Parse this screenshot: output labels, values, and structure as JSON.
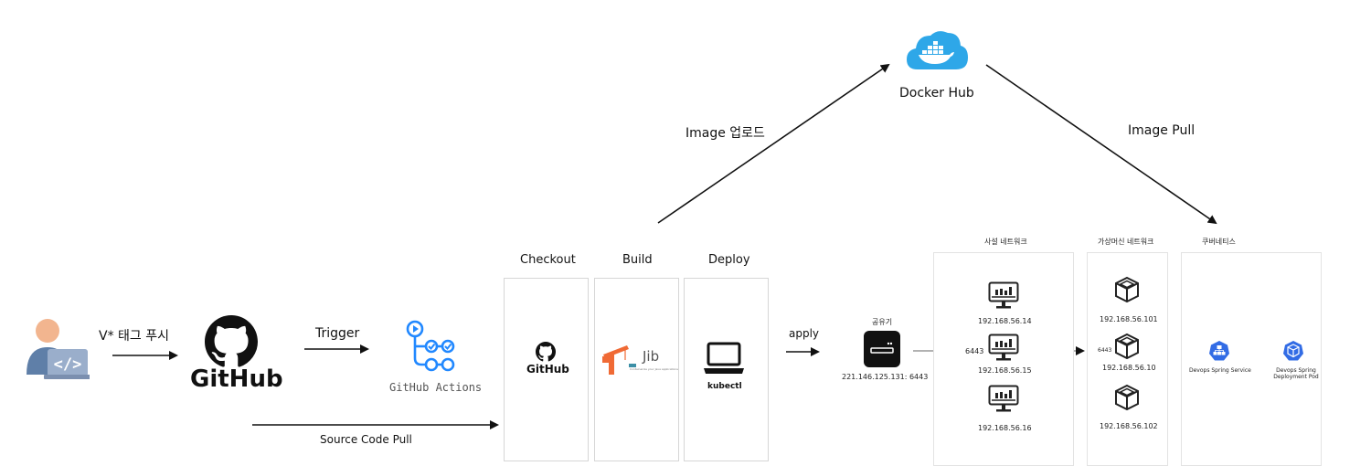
{
  "labels": {
    "tag_push": "V* 태그 푸시",
    "github": "GitHub",
    "trigger": "Trigger",
    "github_actions": "GitHub Actions",
    "source_code_pull": "Source Code Pull",
    "checkout": "Checkout",
    "build": "Build",
    "deploy": "Deploy",
    "checkout_logo": "GitHub",
    "jib": "Jib",
    "jib_tagline": "Containerize your Java applications",
    "kubectl": "kubectl",
    "apply": "apply",
    "router_title": "공유기",
    "router_ip": "221.146.125.131: 6443",
    "image_upload": "Image 업로드",
    "docker_hub": "Docker Hub",
    "image_pull": "Image Pull"
  },
  "private_network": {
    "title": "사설 네트워크",
    "port": "6443",
    "hosts": [
      "192.168.56.14",
      "192.168.56.15",
      "192.168.56.16"
    ]
  },
  "vm_network": {
    "title": "가상머신 네트워크",
    "port": "6443",
    "hosts": [
      "192.168.56.101",
      "192.168.56.10",
      "192.168.56.102"
    ]
  },
  "kubernetes": {
    "title": "쿠버네티스",
    "items": [
      "Devops Spring Service",
      "Devops Spring Deployment Pod"
    ]
  },
  "colors": {
    "docker_blue": "#2ea7e8",
    "k8s_blue": "#326ce5",
    "jib_orange": "#f06a35",
    "jib_teal": "#3c8fa6",
    "actions_blue": "#2188ff",
    "avatar_skin": "#f2b58f",
    "avatar_body": "#5f7fa8",
    "laptop": "#9aaecb"
  },
  "icons": [
    "developer-avatar-icon",
    "github-octocat-icon",
    "github-actions-icon",
    "docker-whale-icon",
    "jib-icon",
    "laptop-icon",
    "router-icon",
    "monitor-icon",
    "virtualbox-cube-icon",
    "kubernetes-icon"
  ]
}
